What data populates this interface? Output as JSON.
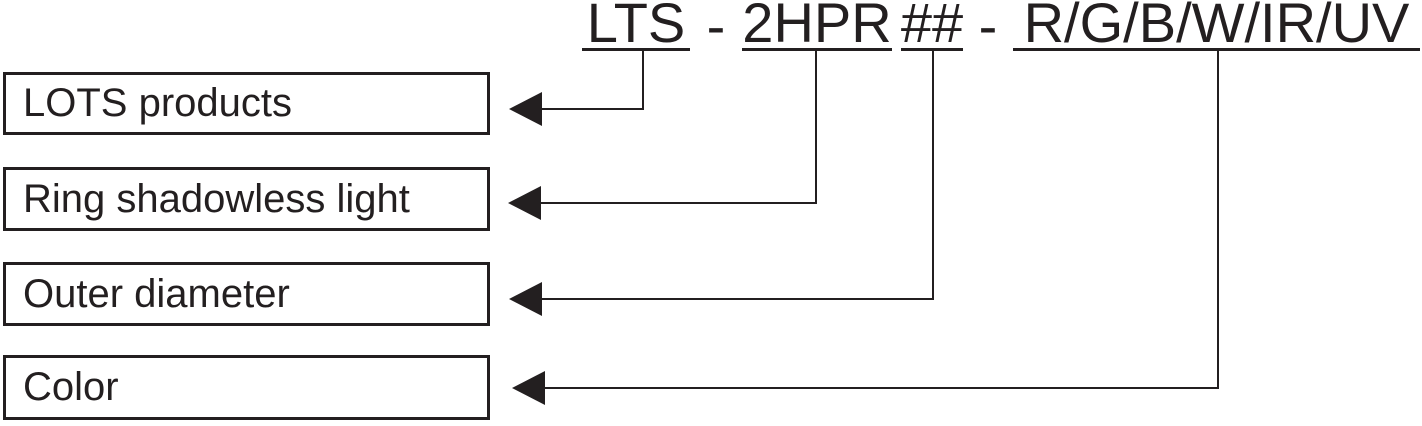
{
  "page": {
    "background_color": "#ffffff",
    "ink_color": "#231f20"
  },
  "code": {
    "full": "LTS - 2HPR ## - R/G/B/W/IR/UV",
    "separator": "-",
    "segments": [
      {
        "id": "series",
        "text": "LTS"
      },
      {
        "id": "product-type",
        "text": "2HPR"
      },
      {
        "id": "outer-diameter",
        "text": "##"
      },
      {
        "id": "color",
        "text": "R/G/B/W/IR/UV"
      }
    ]
  },
  "legend": [
    {
      "label": "LOTS products",
      "maps_to": "LTS"
    },
    {
      "label": "Ring shadowless light",
      "maps_to": "2HPR"
    },
    {
      "label": "Outer diameter",
      "maps_to": "##"
    },
    {
      "label": "Color",
      "maps_to": "R/G/B/W/IR/UV"
    }
  ]
}
